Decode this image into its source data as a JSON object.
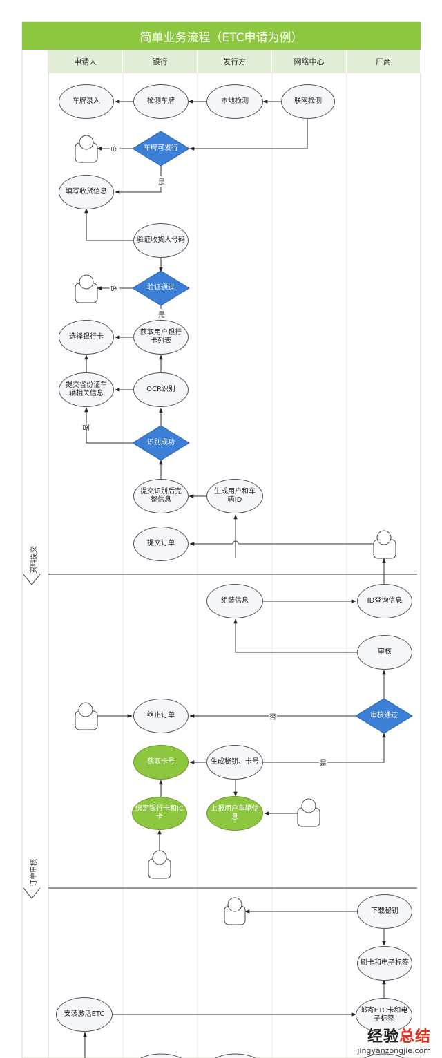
{
  "title": "简单业务流程（ETC申请为例）",
  "lanes": [
    "申请人",
    "银行",
    "发行方",
    "网络中心",
    "厂商"
  ],
  "phases": [
    "资料提交",
    "订单审核"
  ],
  "nodes": {
    "plate_entry": "车牌录入",
    "check_plate": "检测车牌",
    "local_check": "本地检测",
    "network_check": "联网检测",
    "plate_issuable": "车牌可发行",
    "fill_delivery": "填写收货信息",
    "verify_phone": "验证收货人号码",
    "verify_pass": "验证通过",
    "select_card": "选择银行卡",
    "get_card_list": "获取用户银行卡列表",
    "submit_id": "提交省份证车辆相关信息",
    "ocr": "OCR识别",
    "recognize_ok": "识别成功",
    "submit_complete": "提交识别后完整信息",
    "gen_user_id": "生成用户和车辆ID",
    "submit_order": "提交订单",
    "assemble_info": "组装信息",
    "id_query": "ID查询信息",
    "review": "审核",
    "terminate_order": "终止订单",
    "review_pass": "审核通过",
    "get_card_no": "获取卡号",
    "gen_key": "生成秘钥、卡号",
    "bind_card": "绑定银行卡和IC卡",
    "report_vehicle": "上报用户车辆信息",
    "download_key": "下载秘钥",
    "swipe_tag": "刷卡和电子标签",
    "install_etc": "安装激活ETC",
    "mail_etc": "邮寄ETC卡和电子标签"
  },
  "edge_labels": {
    "no": "否",
    "yes": "是"
  },
  "colors": {
    "header": "#8dc63f",
    "lane_header": "#e3eed9",
    "decision": "#3c7fd6",
    "green_node": "#8dc63f"
  },
  "watermark": {
    "brand_a": "经验",
    "brand_b": "总结",
    "url": "jingyanzongjie.com"
  }
}
